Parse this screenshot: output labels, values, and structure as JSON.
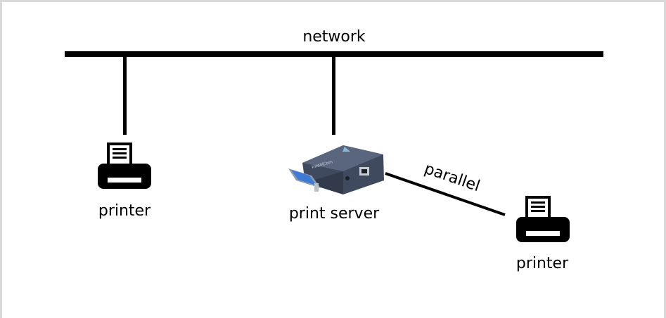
{
  "network": {
    "label": "network"
  },
  "nodes": {
    "printer_left": {
      "label": "printer"
    },
    "print_server": {
      "label": "print server",
      "brand": "IntelliCom"
    },
    "printer_right": {
      "label": "printer"
    }
  },
  "links": {
    "parallel": {
      "label": "parallel"
    }
  },
  "icons": {
    "printer": "printer-icon",
    "print_server": "print-server-device-icon"
  }
}
